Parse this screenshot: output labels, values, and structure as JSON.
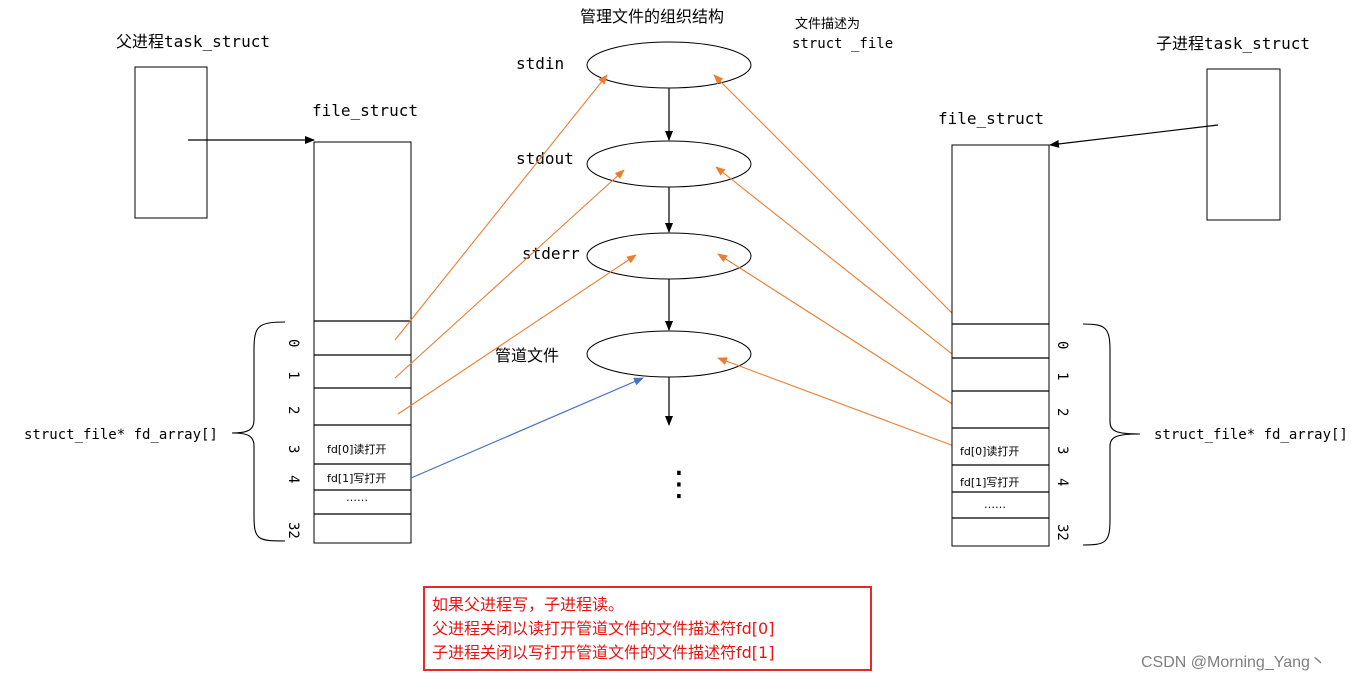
{
  "title": "管理文件的组织结构",
  "descriptor_note": [
    "文件描述为",
    "struct _file"
  ],
  "parent": {
    "task_label": "父进程task_struct",
    "file_struct_label": "file_struct",
    "fd_array_label": "struct_file* fd_array[]",
    "indices": [
      "0",
      "1",
      "2",
      "3",
      "4",
      "32"
    ],
    "slots": [
      "fd[0]读打开",
      "fd[1]写打开",
      "……"
    ]
  },
  "child": {
    "task_label": "子进程task_struct",
    "file_struct_label": "file_struct",
    "fd_array_label": "struct_file* fd_array[]",
    "indices": [
      "0",
      "1",
      "2",
      "3",
      "4",
      "32"
    ],
    "slots": [
      "fd[0]读打开",
      "fd[1]写打开",
      "……"
    ]
  },
  "files": [
    "stdin",
    "stdout",
    "stderr",
    "管道文件"
  ],
  "more": "⋮",
  "note": {
    "lines": [
      "如果父进程写，子进程读。",
      "父进程关闭以读打开管道文件的文件描述符fd[0]",
      "子进程关闭以写打开管道文件的文件描述符fd[1]"
    ]
  },
  "watermark": "CSDN @Morning_Yang丶",
  "colors": {
    "arrow_orange": "#ED7D31",
    "arrow_blue": "#4472C4",
    "note_red": "#e81313",
    "note_border": "#e8282b"
  }
}
